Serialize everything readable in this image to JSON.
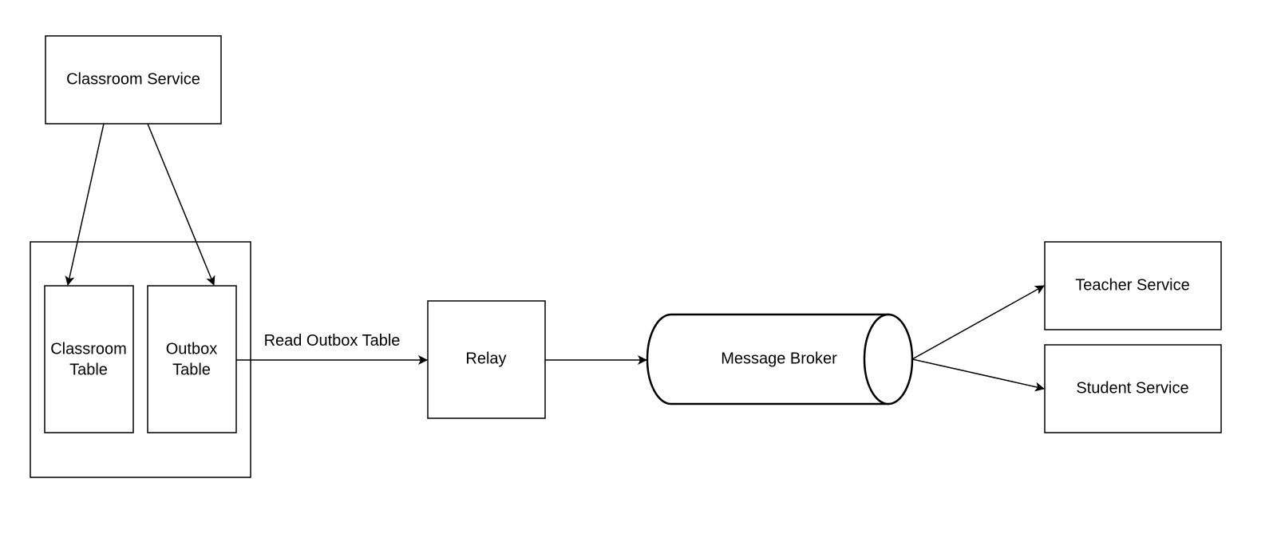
{
  "diagram": {
    "nodes": {
      "classroom_service": {
        "label": "Classroom Service"
      },
      "classroom_table": {
        "line1": "Classroom",
        "line2": "Table"
      },
      "outbox_table": {
        "line1": "Outbox",
        "line2": "Table"
      },
      "relay": {
        "label": "Relay"
      },
      "message_broker": {
        "label": "Message Broker"
      },
      "teacher_service": {
        "label": "Teacher Service"
      },
      "student_service": {
        "label": "Student Service"
      }
    },
    "edges": {
      "read_outbox": {
        "label": "Read Outbox Table"
      }
    }
  }
}
